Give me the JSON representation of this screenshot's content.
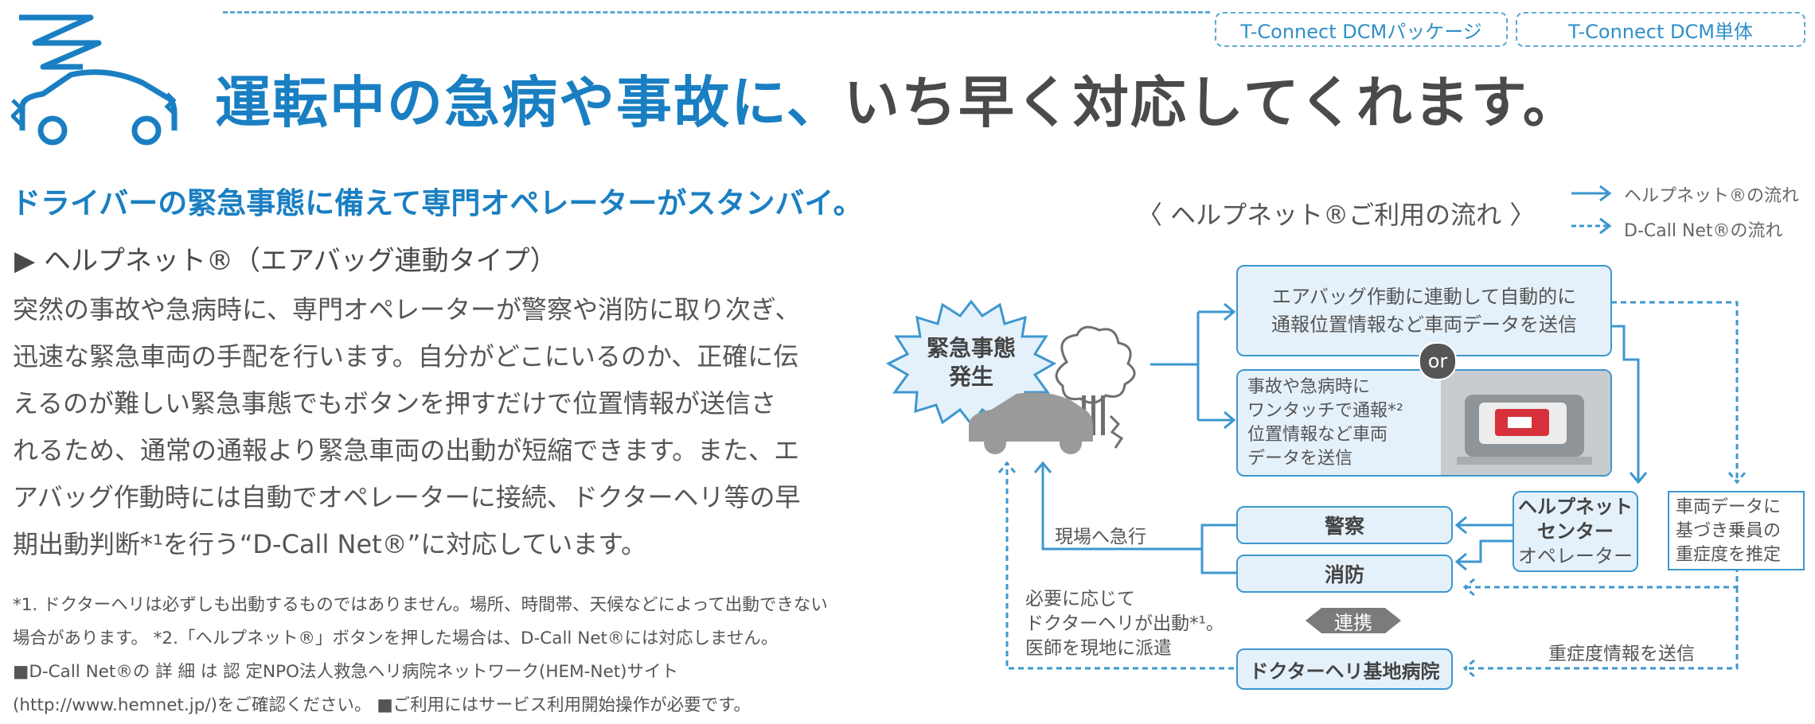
{
  "badges": {
    "package": "T-Connect DCMパッケージ",
    "single": "T-Connect DCM単体"
  },
  "headline": {
    "blue_part": "運転中の急病や事故に、",
    "gray_part": "いち早く対応してくれます。"
  },
  "subheadline": "ドライバーの緊急事態に備えて専門オペレーターがスタンバイ。",
  "section_title": "▶ ヘルプネット®（エアバッグ連動タイプ）",
  "body_lines": [
    "突然の事故や急病時に、専門オペレーターが警察や消防に取り次ぎ、",
    "迅速な緊急車両の手配を行います。自分がどこにいるのか、正確に伝",
    "えるのが難しい緊急事態でもボタンを押すだけで位置情報が送信さ",
    "れるため、通常の通報より緊急車両の出動が短縮できます。また、エ",
    "アバッグ作動時には自動でオペレーターに接続、ドクターヘリ等の早",
    "期出動判断*¹を行う“D-Call Net®”に対応しています。"
  ],
  "notes": [
    "*1. ドクターヘリは必ずしも出動するものではありません。場所、時間帯、天候などによって出動できない",
    "場合があります。 *2.「ヘルプネット®」ボタンを押した場合は、D-Call Net®には対応しません。",
    "■D-Call Net®の 詳 細 は 認 定NPO法人救急ヘリ病院ネットワーク(HEM-Net)サイト",
    "(http://www.hemnet.jp/)をご確認ください。 ■ご利用にはサービス利用開始操作が必要です。"
  ],
  "flow": {
    "title": "〈 ヘルプネット®ご利用の流れ 〉",
    "legend_solid": "ヘルプネット®の流れ",
    "legend_dashed": "D-Call Net®の流れ",
    "emergency_line1": "緊急事態",
    "emergency_line2": "発生",
    "airbag_line1": "エアバッグ作動に連動して自動的に",
    "airbag_line2": "通報位置情報など車両データを送信",
    "or_label": "or",
    "manual_lines": [
      "事故や急病時に",
      "ワンタッチで通報*²",
      "位置情報など車両",
      "データを送信"
    ],
    "police": "警察",
    "fire": "消防",
    "center_line1": "ヘルプネット",
    "center_line2": "センター",
    "center_line3": "オペレーター",
    "vehicle_data_lines": [
      "車両データに",
      "基づき乗員の",
      "重症度を推定"
    ],
    "rush_label": "現場へ急行",
    "heli_lines": [
      "必要に応じて",
      "ドクターヘリが出動*¹。",
      "医師を現地に派遣"
    ],
    "cooperation": "連携",
    "hospital": "ドクターヘリ基地病院",
    "severity_label": "重症度情報を送信"
  },
  "colors": {
    "accent_blue": "#1a7fc2",
    "line_blue": "#3d97cf",
    "box_fill": "#e5f1fa",
    "text_gray": "#4a4a4a"
  }
}
